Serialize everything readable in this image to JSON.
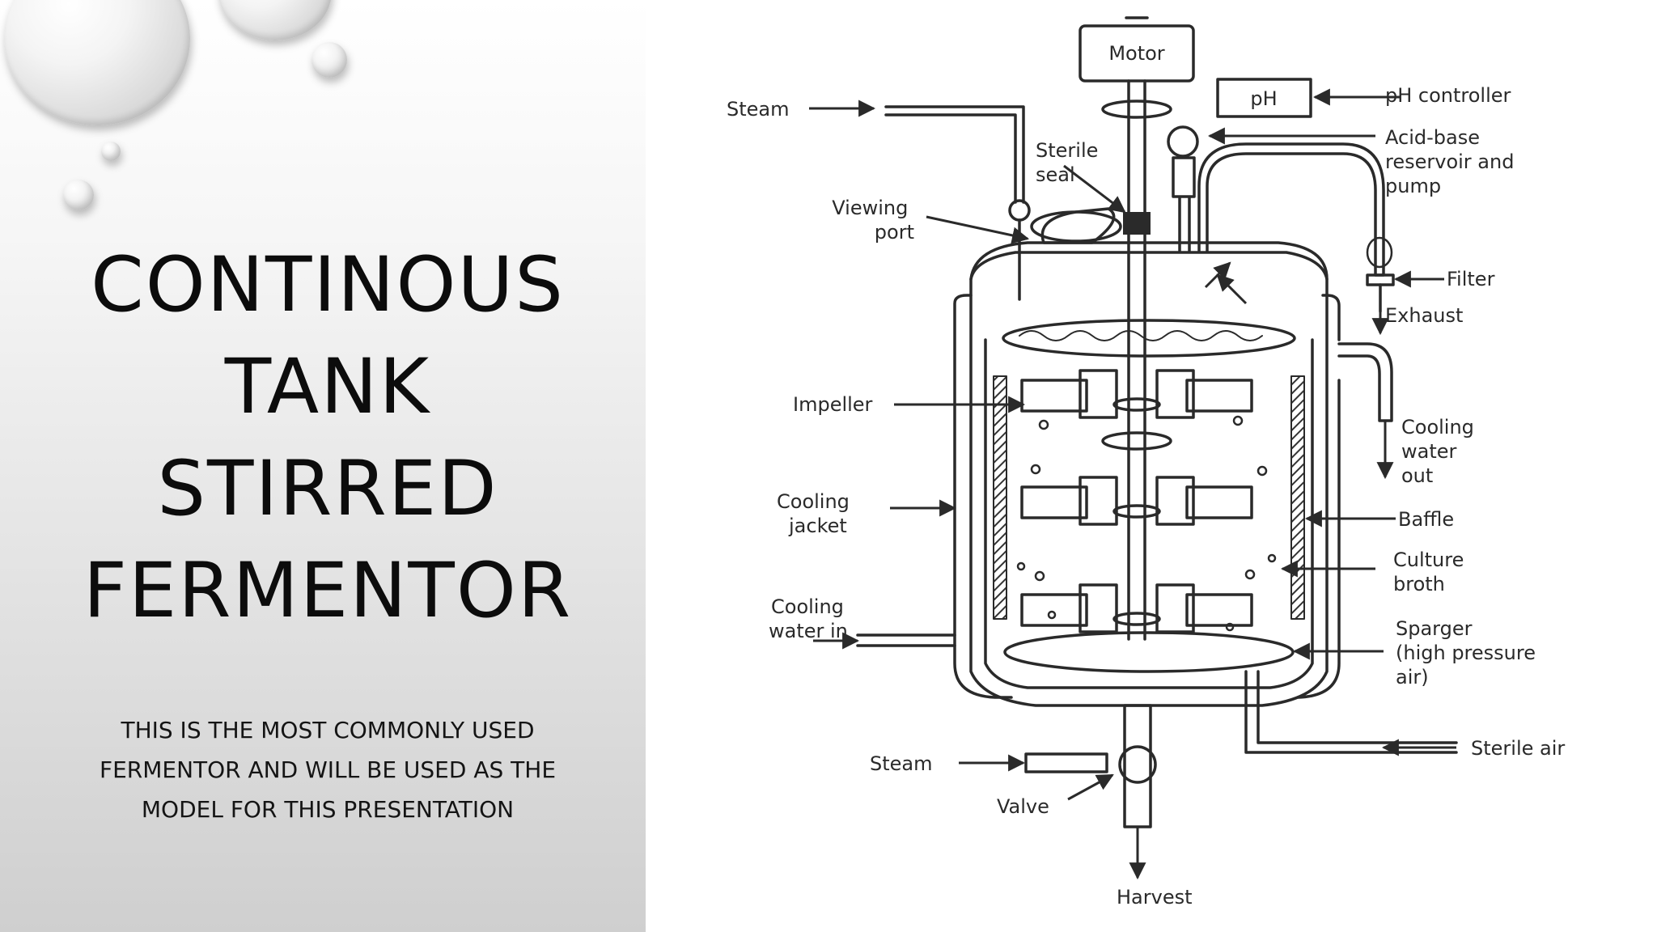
{
  "slide": {
    "title_lines": [
      "CONTINOUS",
      "TANK",
      "STIRRED",
      "FERMENTOR"
    ],
    "subtitle_lines": [
      "THIS IS THE MOST COMMONLY USED",
      "FERMENTOR AND WILL BE USED AS THE",
      "MODEL FOR THIS PRESENTATION"
    ]
  },
  "diagram": {
    "labels": {
      "motor": "Motor",
      "ph": "pH",
      "ph_controller": "pH controller",
      "steam_top": "Steam",
      "sterile_seal": [
        "Sterile",
        "seal"
      ],
      "acid_base": [
        "Acid-base",
        "reservoir and",
        "pump"
      ],
      "viewing_port": [
        "Viewing",
        "port"
      ],
      "filter": "Filter",
      "exhaust": "Exhaust",
      "impeller": "Impeller",
      "cooling_water_out": [
        "Cooling",
        "water",
        "out"
      ],
      "cooling_jacket": [
        "Cooling",
        "jacket"
      ],
      "baffle": "Baffle",
      "culture_broth": [
        "Culture",
        "broth"
      ],
      "cooling_water_in": [
        "Cooling",
        "water in"
      ],
      "sparger": [
        "Sparger",
        "(high pressure",
        "air)"
      ],
      "sterile_air": "Sterile air",
      "steam_bottom": "Steam",
      "valve": "Valve",
      "harvest": "Harvest"
    }
  },
  "colors": {
    "title": "#0c0c0c",
    "diagram_ink": "#2a2a2a"
  }
}
